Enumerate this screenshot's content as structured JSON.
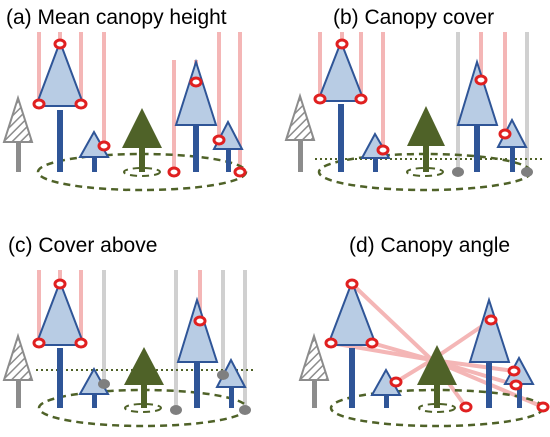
{
  "panels": [
    {
      "label": "(a) Mean canopy height"
    },
    {
      "label": "(b) Canopy cover"
    },
    {
      "label": "(c) Cover above"
    },
    {
      "label": "(d) Canopy angle"
    }
  ],
  "colors": {
    "tree_fill": "#b8cce4",
    "tree_stroke": "#2f5597",
    "trunk": "#2f5597",
    "center_tree": "#4f6228",
    "beam_hit": "#f4b6b6",
    "beam_miss": "#d0d0d0",
    "return_marker": "#e02020",
    "ground_marker": "#7f7f7f",
    "plot_ellipse": "#4f6228",
    "hatched_tree": "#8c8c8c"
  }
}
